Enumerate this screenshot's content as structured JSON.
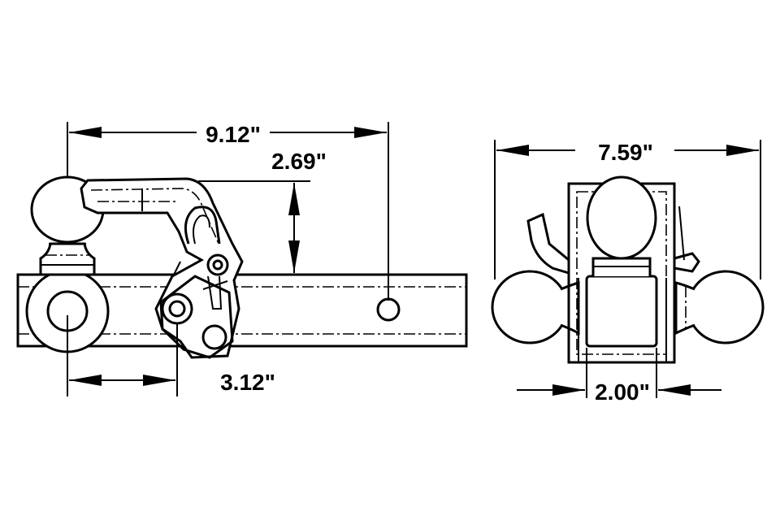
{
  "dimensions": {
    "overall_length": "9.12\"",
    "drop_height": "2.69\"",
    "pin_to_ball": "3.12\"",
    "overall_width": "7.59\"",
    "receiver_size": "2.00\""
  }
}
